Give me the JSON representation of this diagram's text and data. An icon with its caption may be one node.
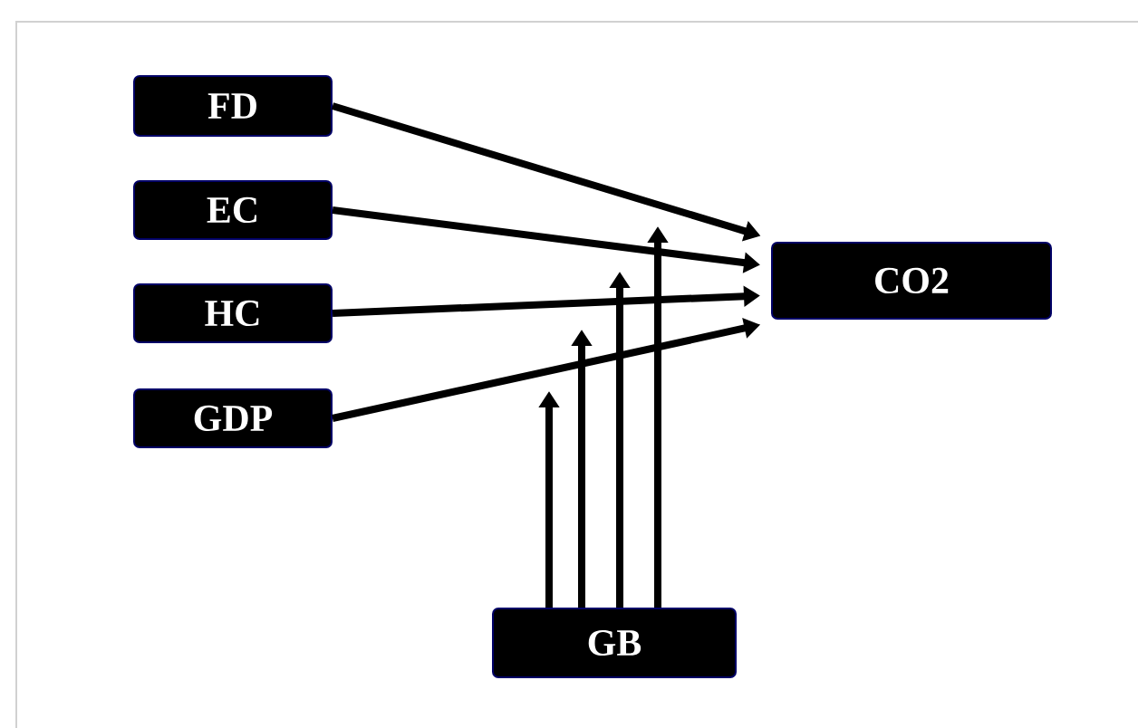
{
  "diagram": {
    "nodes": [
      {
        "text": [
          "FD"
        ]
      },
      {
        "text": [
          "EC"
        ]
      },
      {
        "text": [
          "HC"
        ]
      },
      {
        "text": [
          "GDP"
        ]
      },
      {
        "text": [
          "CO2"
        ]
      },
      {
        "text": [
          "GB"
        ]
      }
    ],
    "edges": [
      {
        "from": 0,
        "to": 4,
        "arrow": "to"
      },
      {
        "from": 1,
        "to": 4,
        "arrow": "to"
      },
      {
        "from": 2,
        "to": 4,
        "arrow": "to"
      },
      {
        "from": 3,
        "to": 4,
        "arrow": "to"
      },
      {
        "from": 5,
        "to": null,
        "arrow": "to"
      },
      {
        "from": 5,
        "to": null,
        "arrow": "to"
      },
      {
        "from": 5,
        "to": null,
        "arrow": "to"
      },
      {
        "from": 5,
        "to": null,
        "arrow": "to"
      }
    ]
  }
}
